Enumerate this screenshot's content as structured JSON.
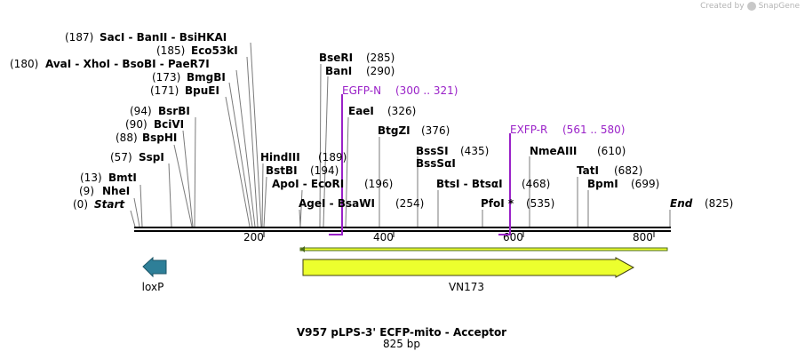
{
  "credit": {
    "prefix": "Created by",
    "brand": "SnapGene"
  },
  "title": "V957 pLPS-3' ECFP-mito - Acceptor",
  "subtitle": "825 bp",
  "scale": {
    "ticks": [
      "200",
      "400",
      "600",
      "800"
    ]
  },
  "sites": [
    {
      "pos": "(187)",
      "name": "SacI  -  BanII  -  BsiHKAI"
    },
    {
      "pos": "(185)",
      "name": "Eco53kI"
    },
    {
      "pos": "(180)",
      "name": "AvaI  -  XhoI  -  BsoBI  -  PaeR7I"
    },
    {
      "pos": "(173)",
      "name": "BmgBI"
    },
    {
      "pos": "(171)",
      "name": "BpuEI"
    },
    {
      "pos": "(94)",
      "name": "BsrBI"
    },
    {
      "pos": "(90)",
      "name": "BciVI"
    },
    {
      "pos": "(88)",
      "name": "BspHI"
    },
    {
      "pos": "(57)",
      "name": "SspI"
    },
    {
      "pos": "(13)",
      "name": "BmtI"
    },
    {
      "pos": "(9)",
      "name": "NheI"
    },
    {
      "pos": "(0)",
      "name": "Start"
    },
    {
      "name": "HindIII",
      "pos": "(189)"
    },
    {
      "name": "BstBI",
      "pos": "(194)"
    },
    {
      "name": "ApoI  -  EcoRI",
      "pos": "(196)"
    },
    {
      "name": "AgeI  -  BsaWI",
      "pos": "(254)"
    },
    {
      "name": "BseRI",
      "pos": "(285)"
    },
    {
      "name": "BanI",
      "pos": "(290)"
    },
    {
      "name": "EaeI",
      "pos": "(326)"
    },
    {
      "name": "BtgZI",
      "pos": "(376)"
    },
    {
      "name": "BssSI",
      "pos": "(435)"
    },
    {
      "name": "BssSαI",
      "pos": ""
    },
    {
      "name": "BtsI  -  BtsαI",
      "pos": "(468)"
    },
    {
      "name": "PfoI *",
      "pos": "(535)"
    },
    {
      "name": "NmeAIII",
      "pos": "(610)"
    },
    {
      "name": "TatI",
      "pos": "(682)"
    },
    {
      "name": "BpmI",
      "pos": "(699)"
    },
    {
      "name": "End",
      "pos": "(825)"
    }
  ],
  "primers": [
    {
      "name": "EGFP-N",
      "range": "(300 .. 321)"
    },
    {
      "name": "EXFP-R",
      "range": "(561 .. 580)"
    }
  ],
  "features": [
    {
      "label": "loxP",
      "color": "#2e7f98"
    },
    {
      "label": "VN173",
      "color": "#ecff2e"
    }
  ],
  "colors": {
    "primer": "#9a22c8",
    "backbone": "#000000",
    "strand_line": "#4b6b1e"
  }
}
